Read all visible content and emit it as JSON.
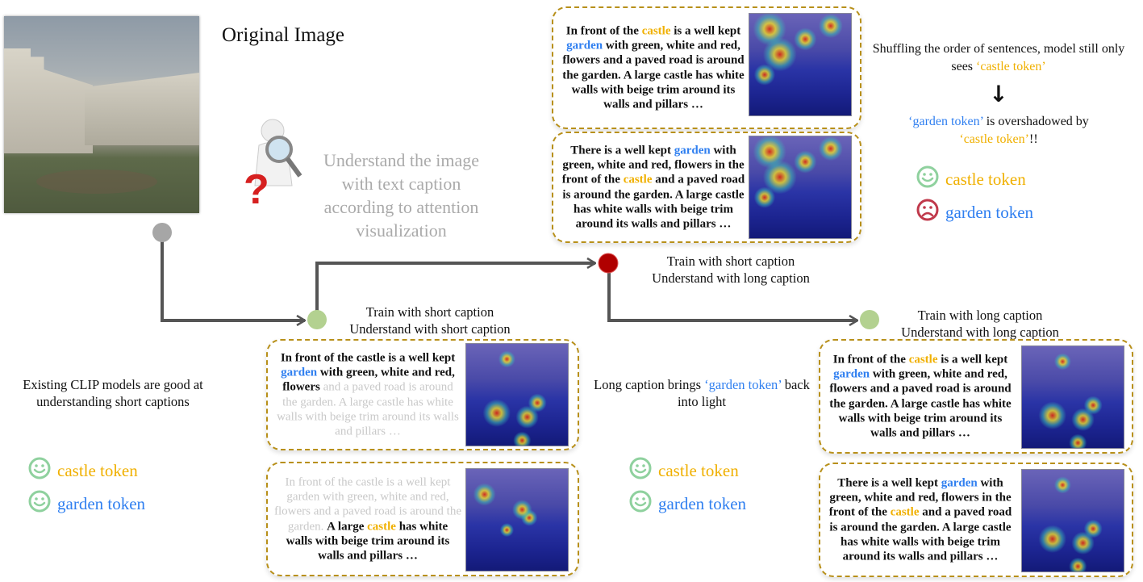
{
  "original_label": "Original Image",
  "understand_note": "Understand the image with text caption according to attention visualization",
  "stages": {
    "short_short": [
      "Train with short caption",
      "Understand with short caption"
    ],
    "short_long": [
      "Train with short caption",
      "Understand with long caption"
    ],
    "long_long": [
      "Train with long caption",
      "Understand with long caption"
    ]
  },
  "left_note": "Existing CLIP models are good at understanding short captions",
  "middle_note": {
    "pre": "Long caption brings ",
    "token": "‘garden token’",
    "post": " back into light"
  },
  "right_note": {
    "line1": "Shuffling the order of sentences, model still only sees ",
    "line1_token": "‘castle token’",
    "arrow": "↓",
    "line2_token": "‘garden token’",
    "line2": " is overshadowed by ",
    "line2_token2": "‘castle token’",
    "line2_end": "!!"
  },
  "tokens": {
    "castle": "castle token",
    "garden": "garden token"
  },
  "colors": {
    "castle": "#f0b000",
    "garden": "#2f7ff0",
    "dashed_border": "#b8901a",
    "happy": "#8fd19e",
    "sad": "#c0394b",
    "dot_start": "#a6a6a6",
    "dot_ok": "#b3d190",
    "dot_bad": "#b00000"
  },
  "captions": {
    "top1": [
      [
        "n",
        "In front of the "
      ],
      [
        "o",
        "castle"
      ],
      [
        "n",
        " is a well kept "
      ],
      [
        "b",
        "garden"
      ],
      [
        "n",
        " with green, white and red, flowers and a paved road is around the garden. A large castle has white walls with beige trim around its walls and pillars …"
      ]
    ],
    "top2": [
      [
        "n",
        "There is a well kept "
      ],
      [
        "b",
        "garden"
      ],
      [
        "n",
        " with green, white and red, flowers in the front of the "
      ],
      [
        "o",
        "castle"
      ],
      [
        "n",
        " and a paved road is around the garden. A large castle has white walls with beige trim around its walls and pillars …"
      ]
    ],
    "mid1": [
      [
        "n",
        "In front of the castle is a well kept "
      ],
      [
        "b",
        "garden"
      ],
      [
        "n",
        " with green, white and red, flowers "
      ],
      [
        "g",
        "and a paved road is around the garden. A large castle has white walls with beige trim around its walls and pillars …"
      ]
    ],
    "mid2": [
      [
        "g",
        "In front of the castle is a well kept garden with green, white and red, flowers and a paved road is around the garden. "
      ],
      [
        "n",
        "A large "
      ],
      [
        "o",
        "castle"
      ],
      [
        "n",
        " has white walls with beige trim around its walls and pillars …"
      ]
    ],
    "right1": [
      [
        "n",
        "In front of the "
      ],
      [
        "o",
        "castle"
      ],
      [
        "n",
        " is a well kept "
      ],
      [
        "b",
        "garden"
      ],
      [
        "n",
        " with green, white and red, flowers and a paved road is around the garden. A large castle has white walls with beige trim around its walls and pillars …"
      ]
    ],
    "right2": [
      [
        "n",
        "There is a well kept "
      ],
      [
        "b",
        "garden"
      ],
      [
        "n",
        " with green, white and red, flowers in the front of the "
      ],
      [
        "o",
        "castle"
      ],
      [
        "n",
        " and a paved road is around the garden. A large castle has white walls with beige trim around its walls and pillars …"
      ]
    ]
  }
}
